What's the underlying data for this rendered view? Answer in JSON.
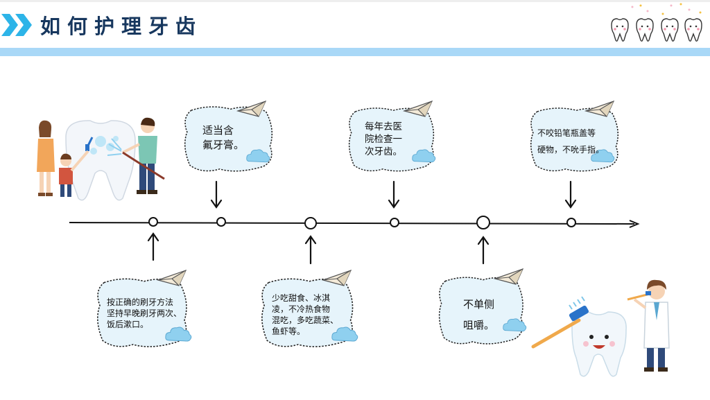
{
  "header": {
    "title": "如何护理牙齿",
    "accent_color": "#2db4e8",
    "band_color": "#a9d8f7",
    "title_color": "#17375e"
  },
  "timeline": {
    "top_notes": [
      {
        "lines": [
          "适当含",
          "氟牙膏。"
        ]
      },
      {
        "lines": [
          "每年去医",
          "院检查一",
          "次牙齿。"
        ]
      },
      {
        "lines": [
          "不咬铅笔瓶盖等",
          "硬物，不吮手指。"
        ]
      }
    ],
    "bottom_notes": [
      {
        "lines": [
          "按正确的刷牙方法",
          "坚持早晚刷牙两次、",
          "饭后漱口。"
        ]
      },
      {
        "lines": [
          "少吃甜食、冰淇",
          "凌，不冷热食物",
          "混吃，多吃蔬菜、",
          "鱼虾等。"
        ]
      },
      {
        "lines": [
          "不单侧",
          "咀嚼。"
        ]
      }
    ],
    "bubble_fill": "#e6f4fb",
    "cloud_color": "#8fd0ef"
  },
  "icons": {
    "header": "double-chevron-icon",
    "decoration": "cartoon-teeth-icon",
    "left_illustration": "family-cleaning-tooth",
    "right_illustration": "dentist-with-toothbrush",
    "note": "paper-plane-icon",
    "cloud": "cloud-icon",
    "arrow": "hand-drawn-arrow-icon"
  }
}
